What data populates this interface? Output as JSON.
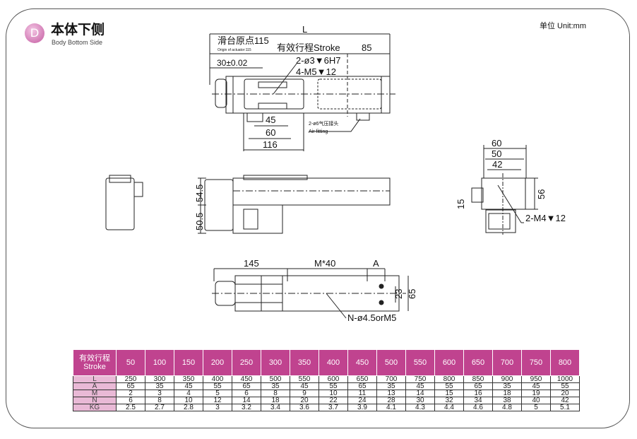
{
  "header": {
    "badge": "D",
    "title": "本体下侧",
    "subtitle": "Body Bottom Side",
    "unit": "单位 Unit:mm"
  },
  "top_view": {
    "L": "L",
    "origin_cn": "滑台原点115",
    "origin_en": "Origin of actuator:115",
    "stroke": "有效行程Stroke",
    "d85": "85",
    "d30": "30±0.02",
    "hole1": "2-ø3▼6H7",
    "hole2": "4-M5▼12",
    "d45": "45",
    "d60": "60",
    "d116": "116",
    "air_cn": "2-ø6气压接头",
    "air_en": "Air fitting"
  },
  "side_view": {
    "d545": "54.5",
    "d505": "50.5"
  },
  "end_view": {
    "d60": "60",
    "d50": "50",
    "d42": "42",
    "d56": "56",
    "d15": "15",
    "hole": "2-M4▼12"
  },
  "bottom_view": {
    "d145": "145",
    "m40": "M*40",
    "A": "A",
    "d23": "23",
    "d65": "65",
    "holes": "N-ø4.5orM5"
  },
  "table": {
    "header_cn": "有效行程",
    "header_en": "Stroke",
    "strokes": [
      "50",
      "100",
      "150",
      "200",
      "250",
      "300",
      "350",
      "400",
      "450",
      "500",
      "550",
      "600",
      "650",
      "700",
      "750",
      "800"
    ],
    "rows": [
      {
        "label": "L",
        "values": [
          "250",
          "300",
          "350",
          "400",
          "450",
          "500",
          "550",
          "600",
          "650",
          "700",
          "750",
          "800",
          "850",
          "900",
          "950",
          "1000"
        ]
      },
      {
        "label": "A",
        "values": [
          "65",
          "35",
          "45",
          "55",
          "65",
          "35",
          "45",
          "55",
          "65",
          "35",
          "45",
          "55",
          "65",
          "35",
          "45",
          "55"
        ]
      },
      {
        "label": "M",
        "values": [
          "2",
          "3",
          "4",
          "5",
          "6",
          "8",
          "9",
          "10",
          "11",
          "13",
          "14",
          "15",
          "16",
          "18",
          "19",
          "20"
        ]
      },
      {
        "label": "N",
        "values": [
          "6",
          "8",
          "10",
          "12",
          "14",
          "18",
          "20",
          "22",
          "24",
          "28",
          "30",
          "32",
          "34",
          "38",
          "40",
          "42"
        ]
      },
      {
        "label": "KG",
        "values": [
          "2.5",
          "2.7",
          "2.8",
          "3",
          "3.2",
          "3.4",
          "3.6",
          "3.7",
          "3.9",
          "4.1",
          "4.3",
          "4.4",
          "4.6",
          "4.8",
          "5",
          "5.1"
        ]
      }
    ]
  }
}
